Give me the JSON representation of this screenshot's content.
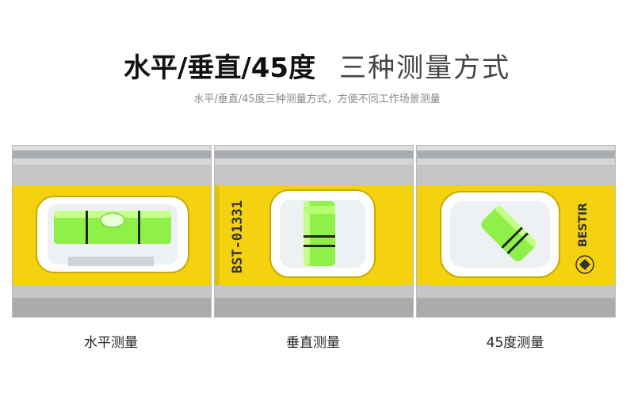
{
  "header": {
    "title_bold": "水平/垂直/45度",
    "title_light": "三种测量方式",
    "subtitle": "水平/垂直/45度三种测量方式，方便不同工作场景测量"
  },
  "panels": [
    {
      "caption": "水平测量",
      "vial": "horizontal"
    },
    {
      "caption": "垂直测量",
      "vial": "vertical",
      "model_text": "BST-01331"
    },
    {
      "caption": "45度测量",
      "vial": "45-degree",
      "brand_text": "BESTIR"
    }
  ],
  "colors": {
    "yellow_body": "#f4d20f",
    "aluminium": "#b9bcbe",
    "vial_green": "#8ff04a",
    "vial_line": "#1f2a10"
  }
}
